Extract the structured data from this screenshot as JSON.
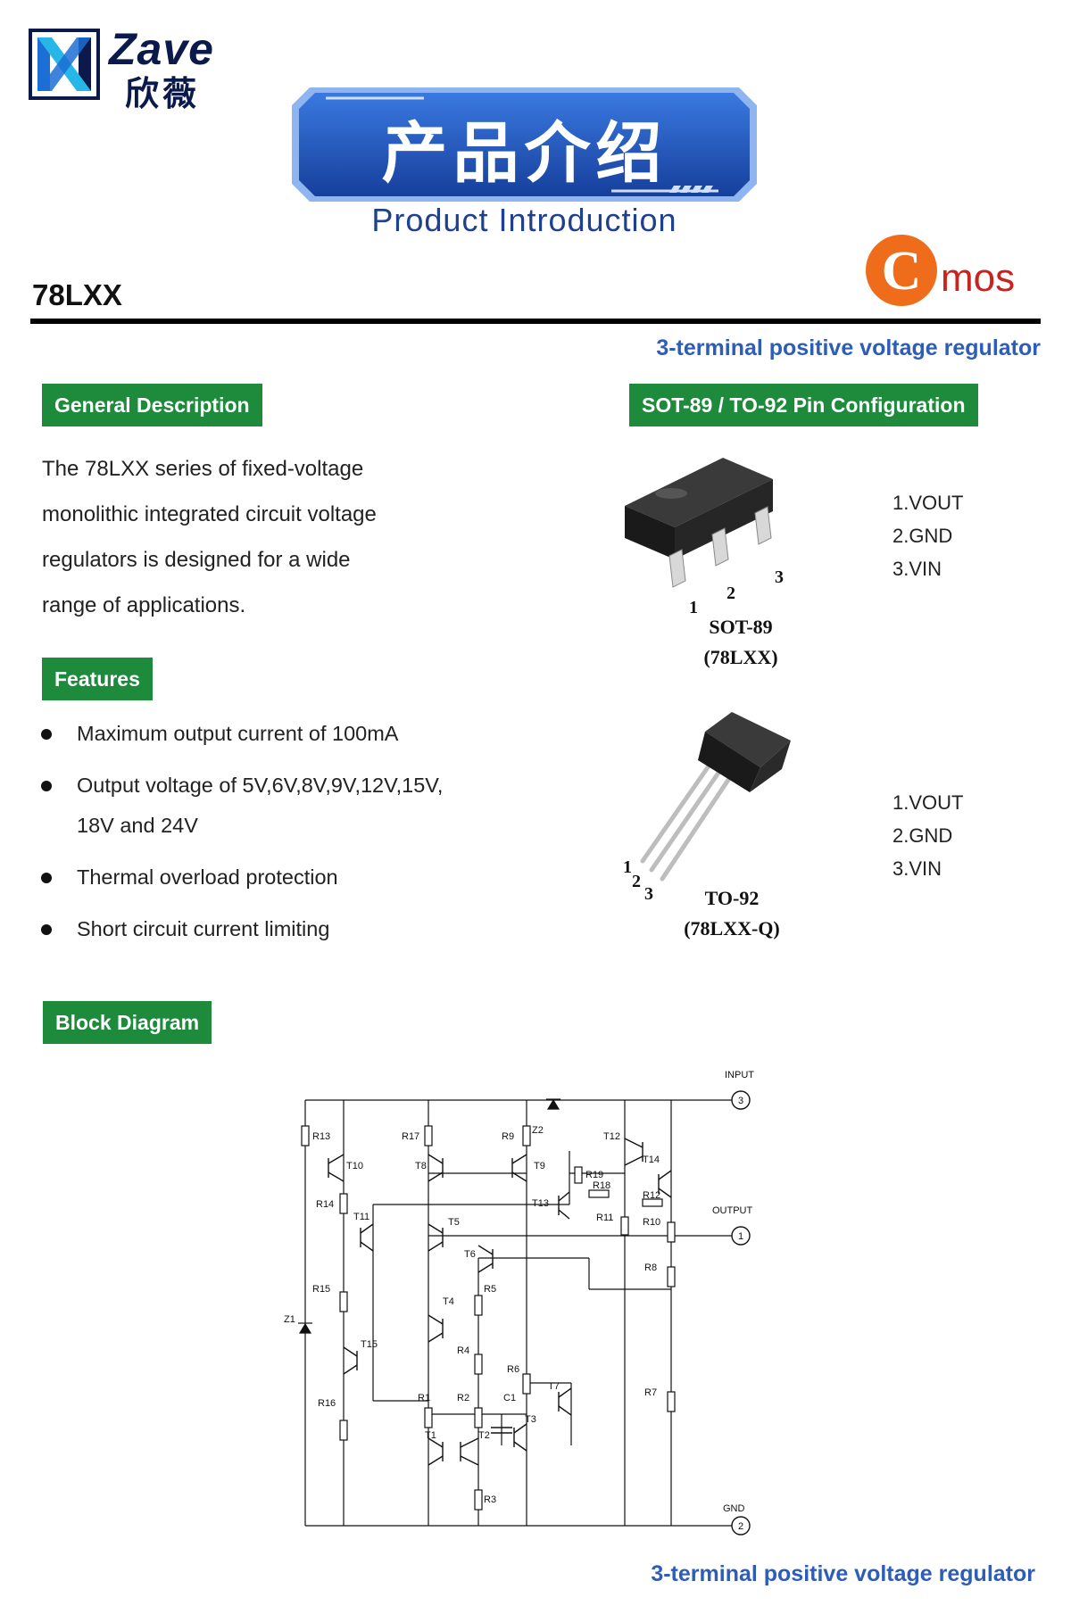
{
  "brand": {
    "name_en": "Zave",
    "name_cn": "欣薇"
  },
  "banner": {
    "title_cn": "产品介绍",
    "title_en": "Product Introduction"
  },
  "header": {
    "part_number": "78LXX",
    "vendor_logo_letter": "C",
    "vendor_logo_text": "mos",
    "subtitle": "3-terminal positive voltage regulator"
  },
  "general_description": {
    "label": "General Description",
    "lines": [
      "The 78LXX series of fixed-voltage",
      "monolithic integrated circuit voltage",
      "regulators is designed for a wide",
      "range of applications."
    ]
  },
  "features": {
    "label": "Features",
    "items": [
      "Maximum output current of 100mA",
      "Output voltage of 5V,6V,8V,9V,12V,15V,",
      "18V and 24V",
      "Thermal overload protection",
      "Short circuit current limiting"
    ]
  },
  "pin_config": {
    "label": "SOT-89 / TO-92 Pin Configuration",
    "sot89": {
      "caption_line1": "SOT-89",
      "caption_line2": "(78LXX)",
      "lead_labels": [
        "1",
        "2",
        "3"
      ],
      "pins": [
        "1.VOUT",
        "2.GND",
        "3.VIN"
      ]
    },
    "to92": {
      "caption_line1": "TO-92",
      "caption_line2": "(78LXX-Q)",
      "lead_labels": [
        "1",
        "2",
        "3"
      ],
      "pins": [
        "1.VOUT",
        "2.GND",
        "3.VIN"
      ]
    }
  },
  "block_diagram": {
    "label": "Block Diagram",
    "terminals": {
      "input_label": "INPUT",
      "input_pin": "3",
      "output_label": "OUTPUT",
      "output_pin": "1",
      "gnd_label": "GND",
      "gnd_pin": "2"
    },
    "components": [
      "R13",
      "R17",
      "R9",
      "Z2",
      "T12",
      "T10",
      "T8",
      "T9",
      "R19",
      "T14",
      "R18",
      "R12",
      "T13",
      "R14",
      "R11",
      "R10",
      "T11",
      "T5",
      "T6",
      "R8",
      "R5",
      "R15",
      "T4",
      "Z1",
      "T15",
      "R4",
      "R6",
      "T7",
      "R7",
      "R1",
      "R2",
      "C1",
      "T3",
      "R16",
      "T1",
      "T2",
      "R3"
    ]
  },
  "footer": {
    "subtitle": "3-terminal positive voltage regulator"
  },
  "colors": {
    "section_green": "#1e8a3c",
    "subtitle_blue": "#2e5db8",
    "banner_blue": "#1d4aa8",
    "cmos_orange": "#ef6c1a",
    "cmos_red": "#c8231f"
  }
}
